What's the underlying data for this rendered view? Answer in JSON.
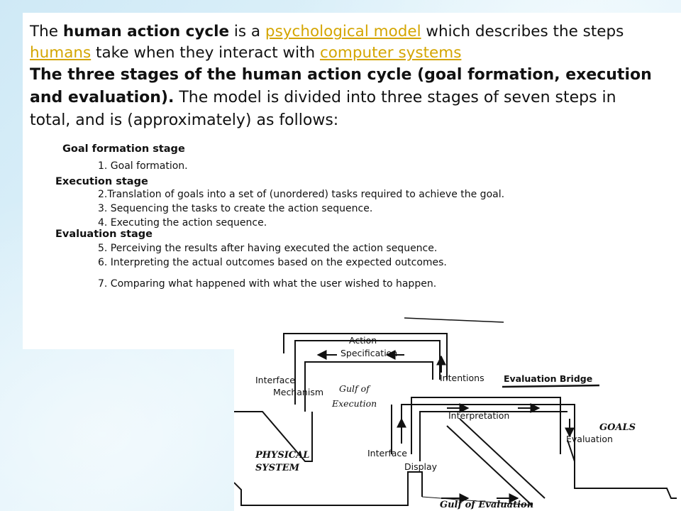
{
  "intro": {
    "p1_a": "The ",
    "p1_bold": "human action cycle",
    "p1_b": " is a ",
    "p1_link1": "psychological model",
    "p1_c": " which describes the steps ",
    "p1_link2": "humans",
    "p1_d": " take when they interact with ",
    "p1_link3": "computer systems",
    "p2_bold": "The three stages of the human action cycle (goal formation, execution and evaluation).",
    "p2_rest": " The model is divided into three stages of seven steps in total, and is (approximately) as follows:",
    "link_color": "#d4a500"
  },
  "steps": {
    "goal_stage": "Goal formation stage",
    "step1": "1. Goal formation.",
    "execution_stage": "Execution stage",
    "step2": "2.Translation of goals into a set of (unordered) tasks required to achieve the goal.",
    "step3": "3. Sequencing the tasks to create the action sequence.",
    "step4": "4. Executing the action sequence.",
    "evaluation_stage": "Evaluation stage",
    "step5": "5. Perceiving the results after having executed the action sequence.",
    "step6": "6. Interpreting the actual outcomes based on the expected outcomes.",
    "step7": "7. Comparing what happened with what the user wished to happen."
  },
  "diagram": {
    "action_l1": "Action",
    "action_l2": "Specification",
    "intentions": "Intentions",
    "evaluation_bridge": "Evaluation Bridge",
    "interface_mech_l1": "Interface",
    "interface_mech_l2": "Mechanism",
    "gulf_exec_l1": "Gulf of",
    "gulf_exec_l2": "Execution",
    "interpretation": "Interpretation",
    "goals": "GOALS",
    "evaluation": "Evaluation",
    "physical_l1": "PHYSICAL",
    "physical_l2": "SYSTEM",
    "interface_disp_l1": "Interface",
    "interface_disp_l2": "Display",
    "gulf_eval": "Gulf of Evaluation"
  }
}
